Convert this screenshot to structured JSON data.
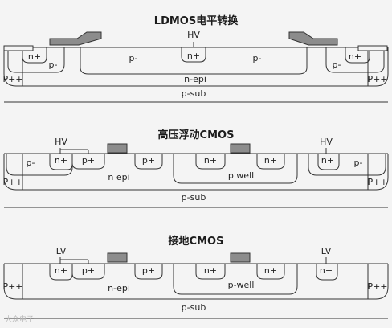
{
  "panels": [
    {
      "title": "LDMOS电平转换",
      "labels": {
        "hv": "HV",
        "left_nplus": "n+",
        "left_pminus": "p-",
        "left_pplus": "P++",
        "mid_left_pminus": "p-",
        "center_nplus": "n+",
        "mid_right_pminus": "p-",
        "right_nplus": "n+",
        "right_pminus": "p-",
        "right_pplus": "P++",
        "nepi": "n-epi",
        "psub": "p-sub"
      }
    },
    {
      "title": "高压浮动CMOS",
      "labels": {
        "hv_left": "HV",
        "hv_right": "HV",
        "left_pminus": "p-",
        "left_nplus": "n+",
        "left_pplus": "P++",
        "pplus_1": "p+",
        "pplus_2": "p+",
        "nplus_well_1": "n+",
        "nplus_well_2": "n+",
        "pwell": "p well",
        "right_nplus": "n+",
        "right_pminus": "p-",
        "right_pplus": "P++",
        "nepi": "n epi",
        "psub": "p-sub"
      }
    },
    {
      "title": "接地CMOS",
      "labels": {
        "lv_left": "LV",
        "lv_right": "LV",
        "left_pplus": "P++",
        "left_nplus": "n+",
        "pplus_1": "p+",
        "pplus_2": "p+",
        "nplus_well_1": "n+",
        "nplus_well_2": "n+",
        "pwell": "p-well",
        "right_nplus": "n+",
        "right_pplus": "P++",
        "nepi": "n-epi",
        "psub": "p-sub"
      }
    }
  ],
  "watermark": "大众电子",
  "colors": {
    "background": "#f4f4f4",
    "line": "#333333",
    "gate": "#8c8c8c"
  }
}
